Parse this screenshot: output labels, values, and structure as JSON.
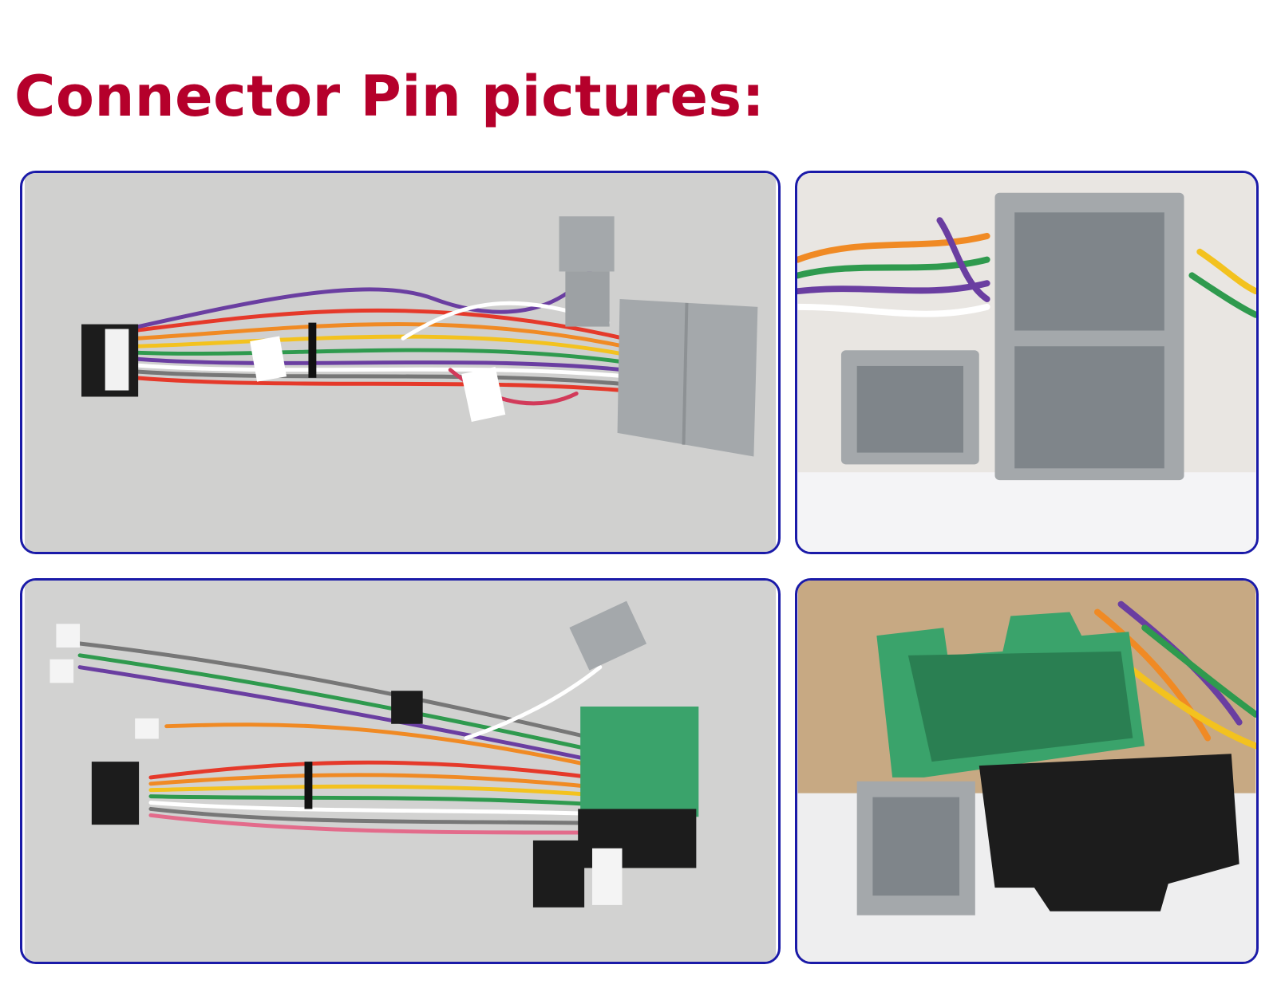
{
  "page": {
    "title": "Connector Pin pictures:"
  },
  "colors": {
    "title": "#b5002b",
    "panel_border": "#1a1aa8",
    "photo_background": "#d0d0cf",
    "connector_grey": "#a4a8ab",
    "connector_green": "#3aa36b",
    "connector_black": "#1c1c1c"
  },
  "panels": [
    {
      "icon": "wire-harness-photo-1"
    },
    {
      "icon": "grey-connector-closeup-photo"
    },
    {
      "icon": "wire-harness-photo-2"
    },
    {
      "icon": "green-black-connector-closeup-photo"
    }
  ]
}
